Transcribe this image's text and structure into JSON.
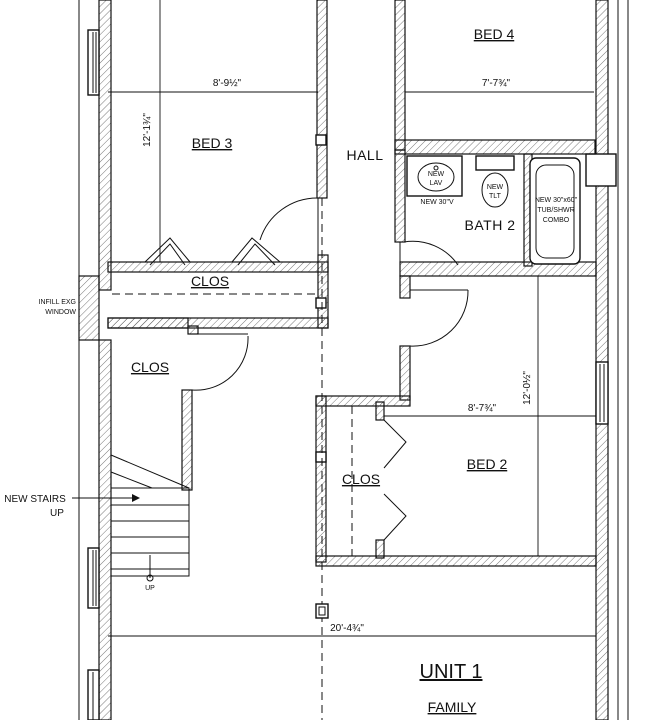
{
  "rooms": {
    "bed4": "BED 4",
    "bed3": "BED 3",
    "hall": "HALL",
    "bath2": "BATH 2",
    "clos_upper": "CLOS",
    "clos_left": "CLOS",
    "clos_bed2": "CLOS",
    "bed2": "BED 2",
    "unit": "UNIT 1",
    "family": "FAMILY"
  },
  "dimensions": {
    "bed3_width": "8'-9½\"",
    "bed3_depth": "12'-1¾\"",
    "bed4_width": "7'-7¾\"",
    "bed2_width": "8'-7¾\"",
    "bed2_depth": "12'-0½\"",
    "overall": "20'-4¾\""
  },
  "fixtures": {
    "lav_line1": "NEW",
    "lav_line2": "LAV",
    "tlt_line1": "NEW",
    "tlt_line2": "TLT",
    "vanity": "NEW 30\"V",
    "tub_line1": "NEW 30\"x60\"",
    "tub_line2": "TUB/SHWR",
    "tub_line3": "COMBO"
  },
  "notes": {
    "infill_line1": "INFILL EXG",
    "infill_line2": "WINDOW",
    "stairs_line1": "NEW STAIRS",
    "stairs_line2": "UP",
    "stair_up": "UP"
  }
}
